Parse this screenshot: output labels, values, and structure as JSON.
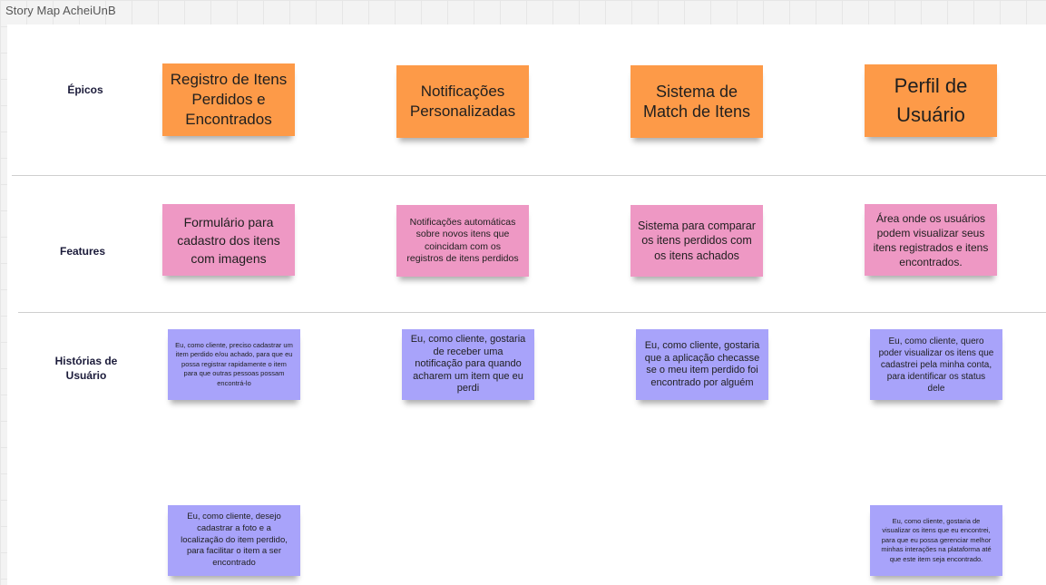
{
  "board": {
    "title": "Story Map AcheiUnB"
  },
  "rows": {
    "epicos": "Épicos",
    "features": "Features",
    "historias": "Histórias de\nUsuário"
  },
  "epics": [
    "Registro de Itens Perdidos e Encontrados",
    "Notificações Personalizadas",
    "Sistema de Match de Itens",
    "Perfil de Usuário"
  ],
  "features": [
    "Formulário para cadastro dos itens com imagens",
    "Notificações automáticas sobre novos itens que coincidam com os registros de itens perdidos",
    "Sistema para comparar os itens perdidos com os itens achados",
    "Área onde os usuários podem visualizar seus itens registrados e itens encontrados."
  ],
  "stories": [
    "Eu, como cliente, preciso cadastrar um item perdido e/ou achado, para que eu possa registrar rapidamente o item para que outras pessoas possam encontrá-lo",
    "Eu, como cliente, gostaria de receber uma notificação para quando acharem um item que eu perdi",
    "Eu, como cliente, gostaria que a aplicação checasse se o meu item perdido foi encontrado por alguém",
    "Eu, como cliente, quero poder visualizar os itens que cadastrei pela minha conta, para identificar os status dele",
    "Eu, como cliente, desejo cadastrar a foto e a localização do item perdido, para facilitar o item a ser encontrado",
    "Eu, como cliente, gostaria de visualizar os itens que eu encontrei, para que eu possa gerenciar melhor minhas interações na plataforma até que este item seja encontrado."
  ],
  "colors": {
    "epic": "#fd9a48",
    "feature": "#ee98c4",
    "story": "#a8a3fa"
  }
}
